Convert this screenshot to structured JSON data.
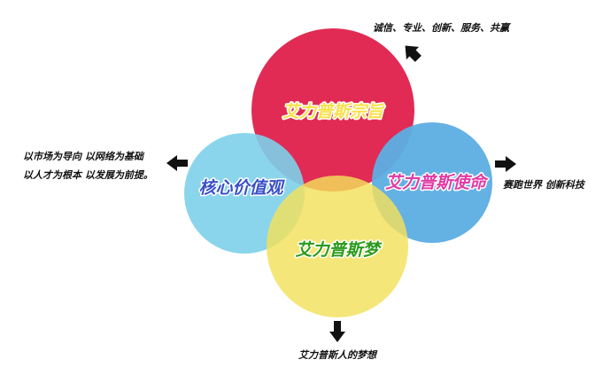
{
  "circles": {
    "mission": {
      "label": "艾力普斯宗旨",
      "fill": "#e0244e",
      "text_color": "#f6e24a"
    },
    "right": {
      "label": "艾力普斯使命",
      "fill": "#5eaee3",
      "text_color": "#e23aa6"
    },
    "left": {
      "label": "核心价值观",
      "fill": "#7dd0ea",
      "text_color": "#3a4fc8"
    },
    "bottom": {
      "label": "艾力普斯梦",
      "fill": "#f3e05c",
      "text_color": "#2c9a1c"
    }
  },
  "annotations": {
    "top": "诚信、专业、创新、服务、共赢",
    "left_line1": "以市场为导向 以网络为基础",
    "left_line2": "以人才为根本 以发展为前提。",
    "right": "赛跑世界 创新科技",
    "bottom": "艾力普斯人的梦想"
  },
  "icons": {
    "top": "arrow-up-right-icon",
    "left": "arrow-left-icon",
    "right": "arrow-right-icon",
    "bottom": "arrow-down-icon"
  }
}
